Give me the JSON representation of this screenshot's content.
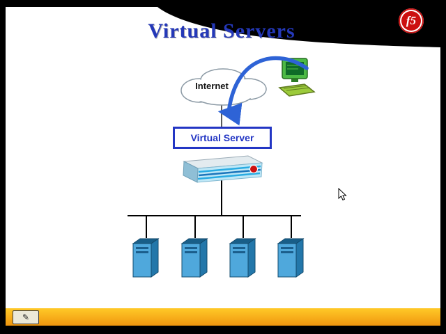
{
  "slide": {
    "title": "Virtual Servers",
    "cloud_label": "Internet",
    "virtual_server_label": "Virtual Server",
    "f5_logo_text": "f5",
    "server_count": 4
  },
  "toolbar": {
    "pen_icon": "✎"
  },
  "colors": {
    "title_blue": "#2438B8",
    "box_blue": "#2336C4",
    "arrow_blue": "#2E63D6",
    "f5_red": "#CC1010",
    "server_front": "#4FA8DC",
    "server_side": "#2377AA",
    "server_top": "#185E88",
    "bar_top": "#FFC928",
    "bar_bottom": "#F0960F"
  }
}
